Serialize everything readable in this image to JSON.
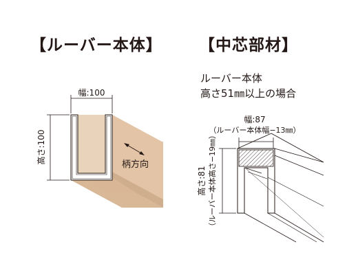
{
  "left": {
    "heading": "【ルーバー本体】",
    "width_label": "幅:100",
    "height_label": "高さ:100",
    "grain_label": "柄方向"
  },
  "right": {
    "heading": "【中芯部材】",
    "condition_line1": "ルーバー本体",
    "condition_line2": "高さ51㎜以上の場合",
    "width_label": "幅:87",
    "width_note": "（ルーバー本体幅−13㎜）",
    "height_label": "高さ:81",
    "height_note": "（ルーバー本体高さ−19㎜）"
  },
  "colors": {
    "wood_top": "#eddac6",
    "wood_side": "#e3c4a6",
    "wood_shadow": "#cfae8e",
    "line": "#231815"
  }
}
